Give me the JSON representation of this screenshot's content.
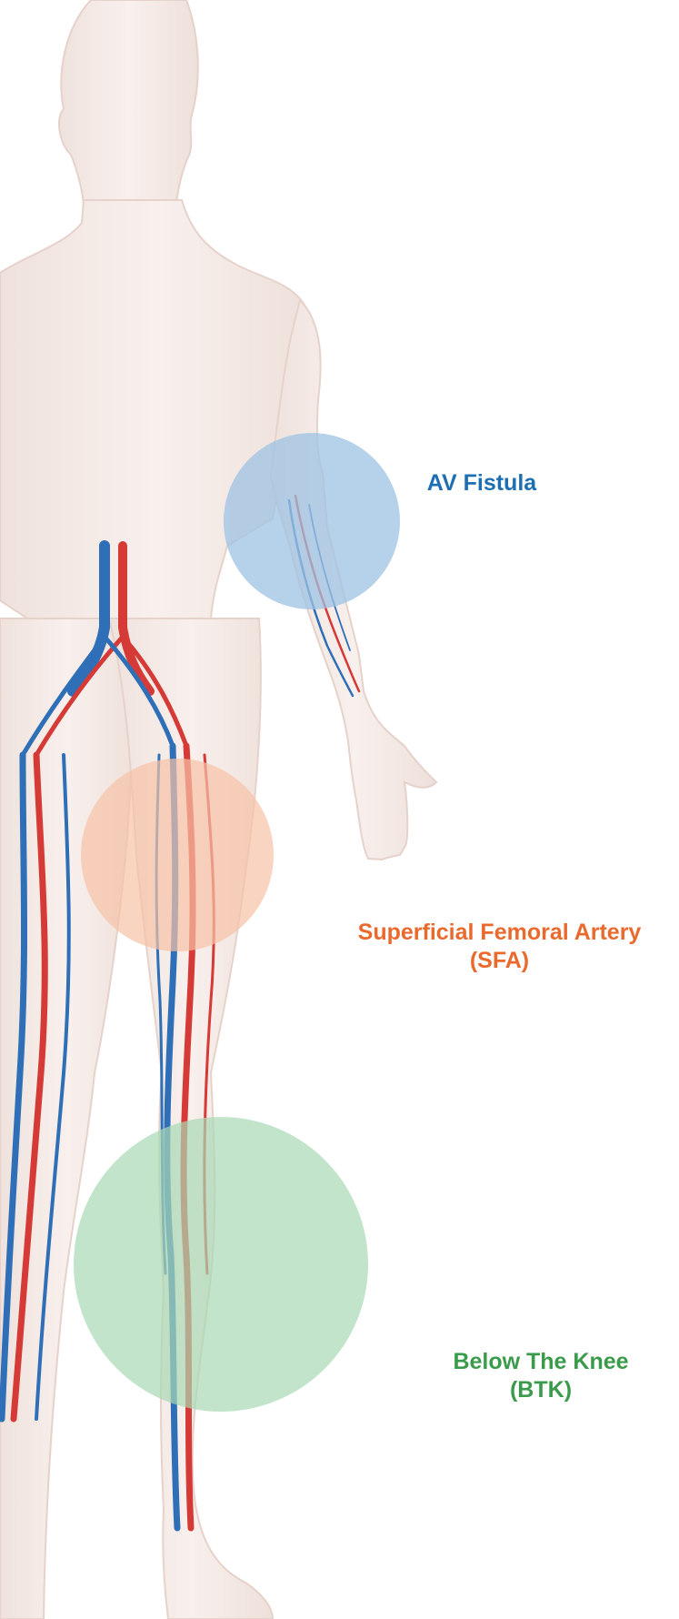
{
  "regions": {
    "av_fistula": {
      "label": "AV Fistula",
      "color": "#1d6fb3",
      "circle_color": "#9dc3e3"
    },
    "sfa": {
      "label_line1": "Superficial Femoral Artery",
      "label_line2": "(SFA)",
      "color": "#ea6a2e",
      "circle_color": "#f7c2a7"
    },
    "btk": {
      "label_line1": "Below The Knee",
      "label_line2": "(BTK)",
      "color": "#3a9b4b",
      "circle_color": "#a8d8b3"
    }
  },
  "colors": {
    "skin": "#f6ece8",
    "skin_edge": "#e7d3cc",
    "artery": "#d63a36",
    "vein": "#2f6fb8",
    "background": "#ffffff"
  }
}
